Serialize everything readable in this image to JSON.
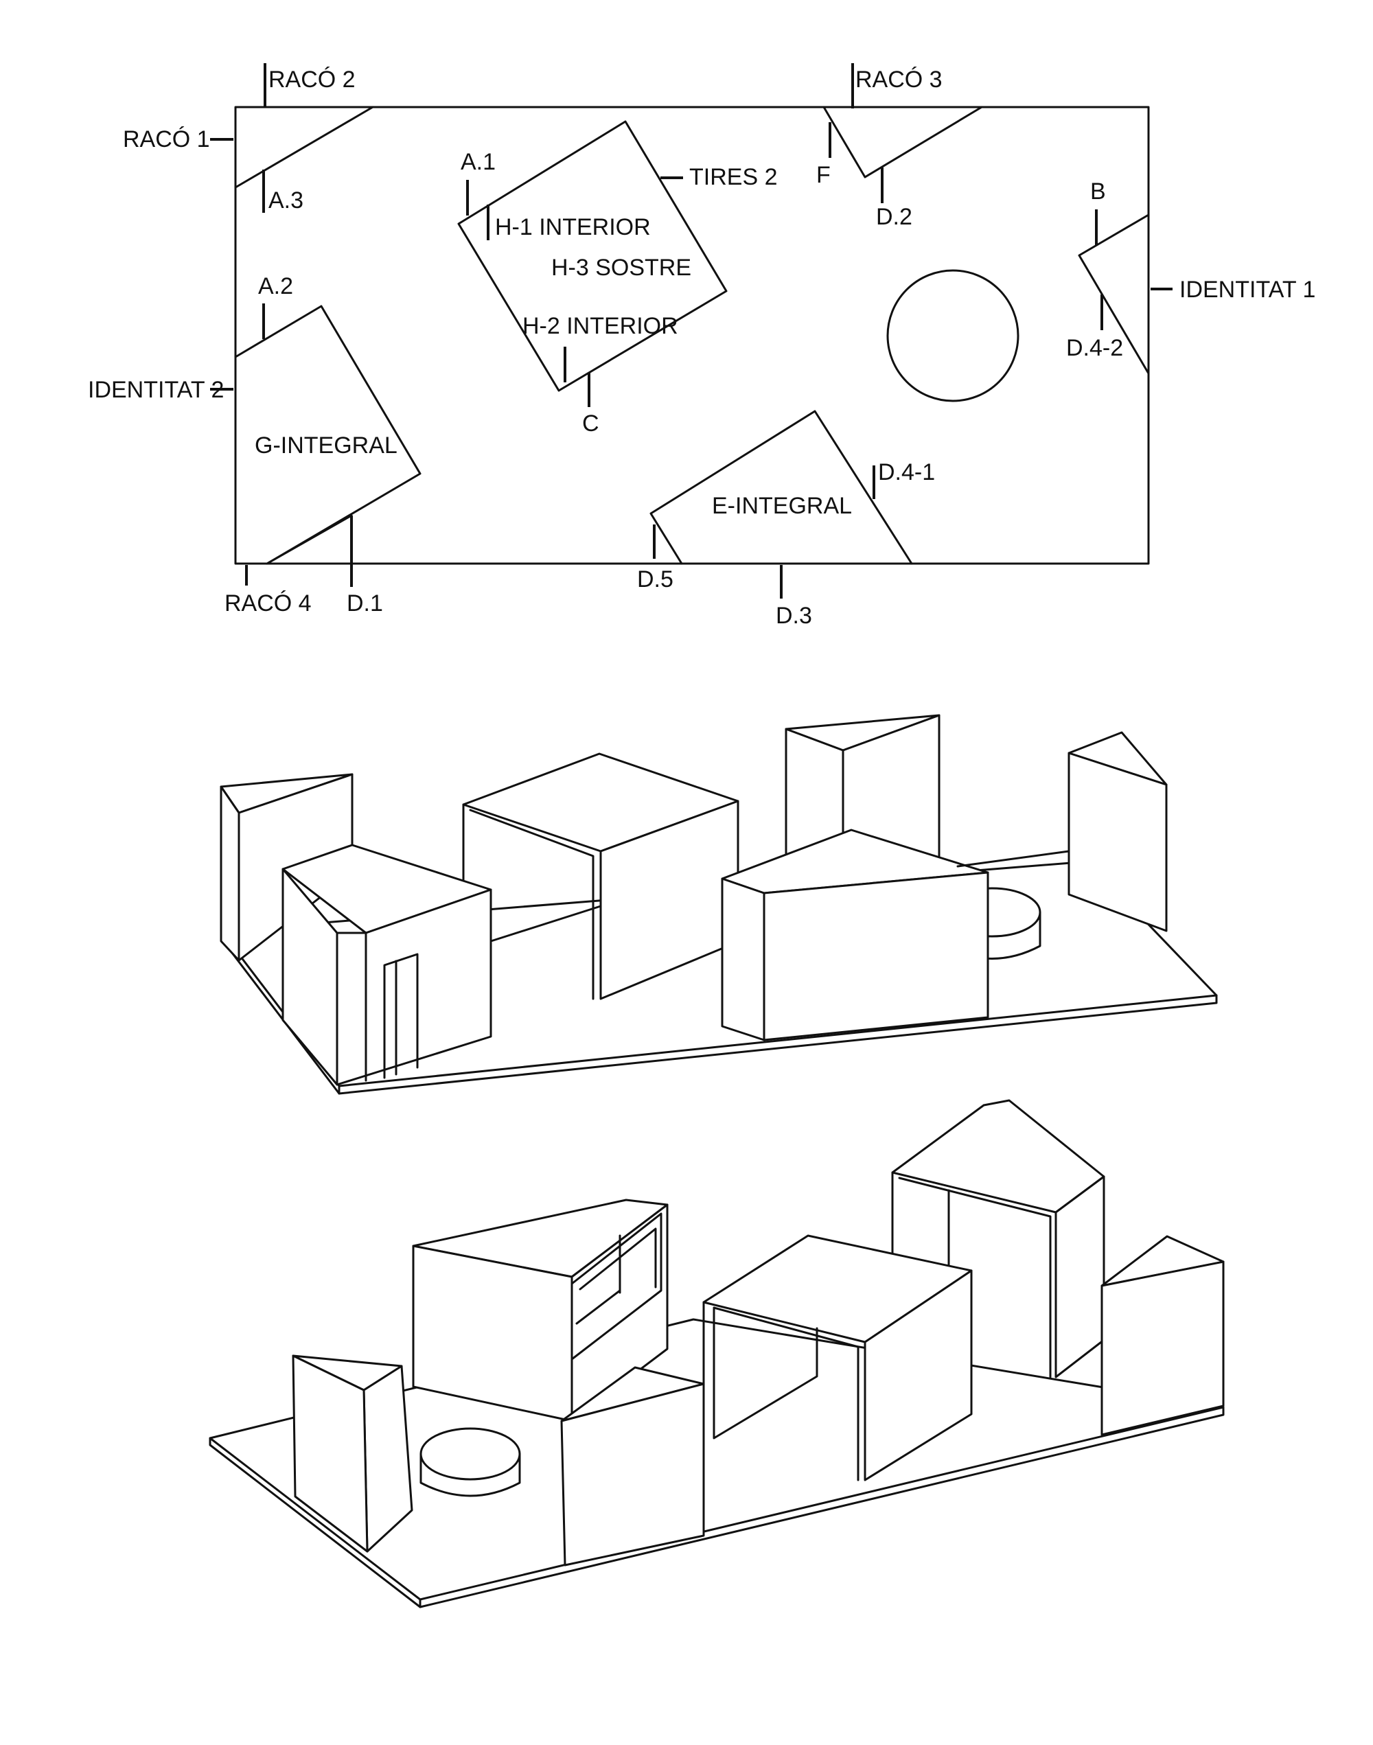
{
  "plan": {
    "labels": {
      "raco1": "RACÓ 1",
      "raco2": "RACÓ 2",
      "raco3": "RACÓ 3",
      "raco4": "RACÓ 4",
      "a1": "A.1",
      "a2": "A.2",
      "a3": "A.3",
      "b": "B",
      "c": "C",
      "d1": "D.1",
      "d2": "D.2",
      "d3": "D.3",
      "d41": "D.4-1",
      "d42": "D.4-2",
      "d5": "D.5",
      "f": "F",
      "tires2": "TIRES 2",
      "h1": "H-1 INTERIOR",
      "h2": "H-2 INTERIOR",
      "h3": "H-3 SOSTRE",
      "identitat1": "IDENTITAT 1",
      "identitat2": "IDENTITAT 2",
      "gintegral": "G-INTEGRAL",
      "eintegral": "E-INTEGRAL"
    }
  }
}
